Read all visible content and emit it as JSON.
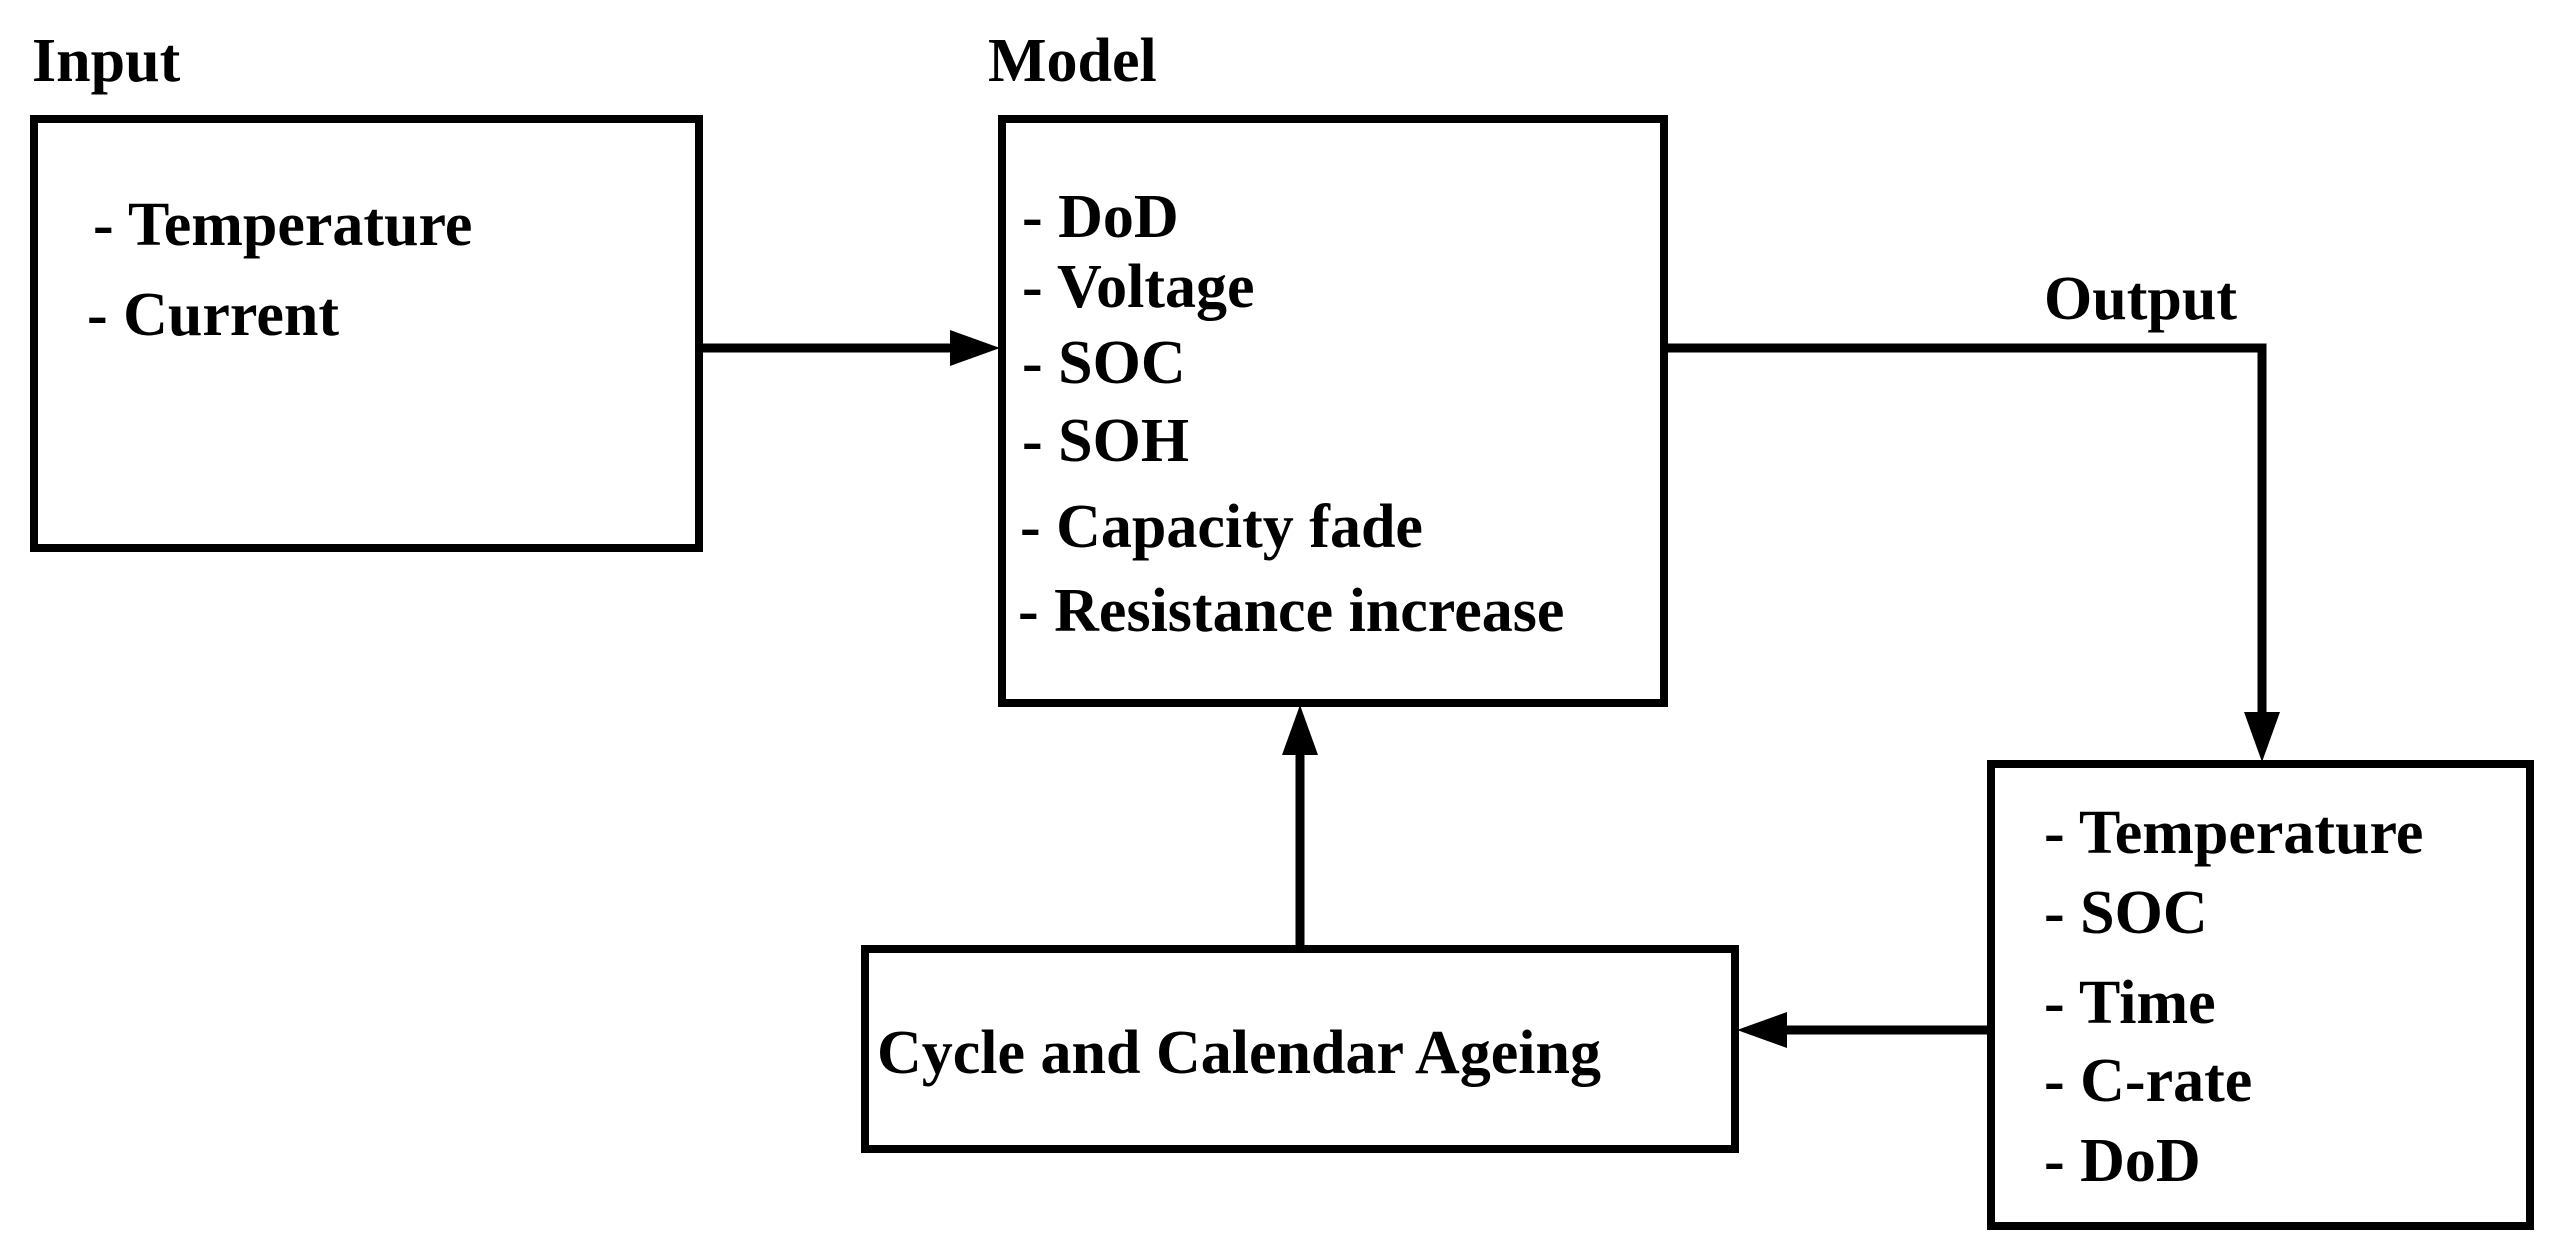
{
  "labels": {
    "input": "Input",
    "model": "Model",
    "output": "Output"
  },
  "input_box": {
    "items": [
      "- Temperature",
      "- Current"
    ]
  },
  "model_box": {
    "items": [
      "- DoD",
      "- Voltage",
      "- SOC",
      "- SOH",
      "- Capacity fade",
      "- Resistance increase"
    ]
  },
  "output_box": {
    "items": [
      "- Temperature",
      "- SOC",
      "- Time",
      "- C-rate",
      "- DoD"
    ]
  },
  "ageing_box": {
    "text": "Cycle and Calendar Ageing"
  },
  "colors": {
    "stroke": "#000000",
    "background": "#ffffff"
  }
}
